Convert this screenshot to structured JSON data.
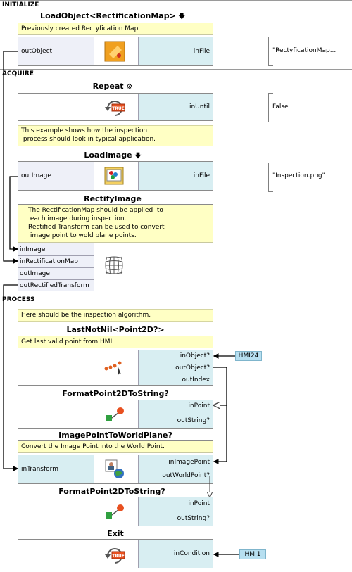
{
  "sections": {
    "initialize": "INITIALIZE",
    "acquire": "ACQUIRE",
    "process": "PROCESS"
  },
  "load_object": {
    "title": "LoadObject<RectificationMap>",
    "comment": "Previously created Rectyfication Map",
    "output": "outObject",
    "input": "inFile",
    "input_value": "\"RectyficationMap..."
  },
  "repeat": {
    "title": "Repeat",
    "input": "inUntil",
    "input_value": "False"
  },
  "note_example": "This example shows how the inspection\n process should look in typical application.",
  "load_image": {
    "title": "LoadImage",
    "output": "outImage",
    "input": "inFile",
    "input_value": "\"Inspection.png\""
  },
  "rectify_image": {
    "title": "RectifyImage",
    "comment": "The RectificationMap should be applied  to\n each image during inspection.\nRectified Transform can be used to convert\n image point to wold plane points.",
    "ports": [
      "inImage",
      "inRectificationMap",
      "outImage",
      "outRectifiedTransform"
    ]
  },
  "note_algorithm": "Here should be the inspection algorithm.",
  "last_not_nil": {
    "title": "LastNotNil<Point2D?>",
    "comment": "Get last valid point from HMI",
    "ports": [
      "inObject?",
      "outObject?",
      "outIndex"
    ],
    "hmi": "HMI24"
  },
  "format1": {
    "title": "FormatPoint2DToString?",
    "ports": [
      "inPoint",
      "outString?"
    ]
  },
  "image_to_world": {
    "title": "ImagePointToWorldPlane?",
    "comment": "Convert the Image Point into the World Point.",
    "left_port": "inTransform",
    "ports": [
      "inImagePoint",
      "outWorldPoint?"
    ]
  },
  "format2": {
    "title": "FormatPoint2DToString?",
    "ports": [
      "inPoint",
      "outString?"
    ]
  },
  "exit": {
    "title": "Exit",
    "input": "inCondition",
    "hmi": "HMI1"
  },
  "icons": {
    "true_badge": "TRUE",
    "gear": "gear-icon",
    "down_arrow": "down-arrow-icon"
  },
  "colors": {
    "comment_bg": "#ffffc4",
    "left_column": "#eef0f8",
    "right_column": "#d8eef2",
    "hmi_bg": "#b7dff0"
  }
}
